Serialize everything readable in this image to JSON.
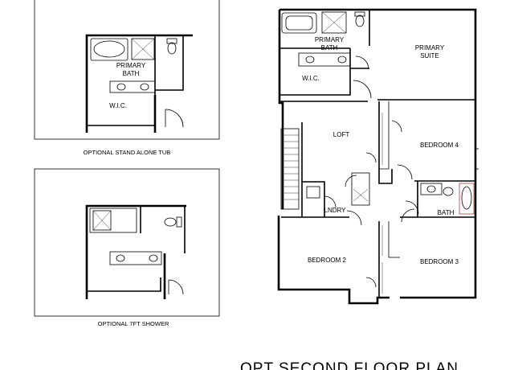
{
  "rooms": {
    "primary_bath": "PRIMARY BATH",
    "primary_suite": "PRIMARY SUITE",
    "wic": "W.I.C.",
    "loft": "LOFT",
    "bedroom4": "BEDROOM 4",
    "bedroom2": "BEDROOM 2",
    "bedroom3": "BEDROOM 3",
    "laundry": "LNDRY",
    "bath": "BATH"
  },
  "options": {
    "tub_caption": "OPTIONAL STAND ALONE TUB",
    "shower_caption": "OPTIONAL 7FT SHOWER",
    "tub_bath": "PRIMARY BATH",
    "tub_wic": "W.I.C."
  },
  "title": "OPT SECOND FLOOR PLAN",
  "colors": {
    "line": "#000000",
    "accent": "#c0392b"
  }
}
